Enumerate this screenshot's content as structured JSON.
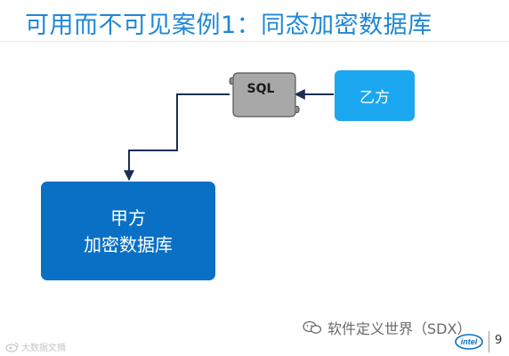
{
  "slide": {
    "title": "可用而不可见案例1：同态加密数据库",
    "page_number": "9"
  },
  "party_a": {
    "line1": "甲方",
    "line2": "加密数据库",
    "color": "#0a70c5"
  },
  "party_b": {
    "label": "乙方",
    "color": "#1ba7ef"
  },
  "query_doc": {
    "label": "SQL",
    "color": "#a8a8a8"
  },
  "footer": {
    "left_text": "大数据文摘",
    "watermark": "软件定义世界（SDX）",
    "logo": "intel-logo",
    "icons": [
      "wechat-icon",
      "weibo-icon"
    ]
  }
}
